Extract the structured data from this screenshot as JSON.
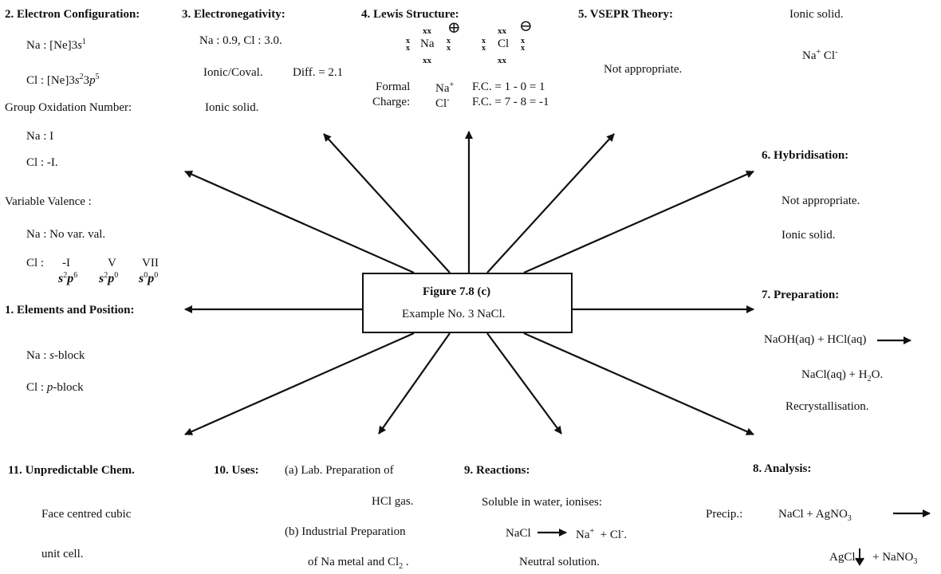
{
  "center": {
    "title": "Figure 7.8 (c)",
    "subtitle": "Example No. 3 NaCl."
  },
  "s1": {
    "heading": "1. Elements and Position:",
    "na": "Na : ",
    "na_block": "s",
    "na_block_rest": "-block",
    "cl": "Cl : ",
    "cl_block": "p",
    "cl_block_rest": "-block"
  },
  "s2": {
    "heading": "2. Electron Configuration:",
    "na_prefix": "Na : [Ne]3",
    "na_s": "s",
    "na_sup": "1",
    "cl_prefix": "Cl : [Ne]3",
    "cl_s": "s",
    "cl_sup1": "2",
    "cl_mid": "3",
    "cl_p": "p",
    "cl_sup2": "5",
    "group_ox": "Group Oxidation Number:",
    "na_ox": "Na : I",
    "cl_ox": "Cl :  -I.",
    "var_val": "Variable Valence :",
    "na_var": "Na :  No var. val.",
    "cl_var_label": "Cl :",
    "cl_var_1": "-I",
    "cl_var_2": "V",
    "cl_var_3": "VII",
    "cfg1_s": "s",
    "cfg1_s_sup": "2",
    "cfg1_p": "p",
    "cfg1_p_sup": "6",
    "cfg2_s": "s",
    "cfg2_s_sup": "2",
    "cfg2_p": "p",
    "cfg2_p_sup": "0",
    "cfg3_s": "s",
    "cfg3_s_sup": "0",
    "cfg3_p": "p",
    "cfg3_p_sup": "0"
  },
  "s3": {
    "heading": "3. Electronegativity:",
    "values": "Na : 0.9,   Cl : 3.0.",
    "ionic_coval": "Ionic/Coval.",
    "diff": "Diff. = 2.1",
    "result": "Ionic  solid."
  },
  "s4": {
    "heading": "4. Lewis Structure:",
    "na": "Na",
    "cl": "Cl",
    "pair": "xx",
    "x": "x",
    "plus": "⊕",
    "minus": "⊖",
    "formal": "Formal",
    "charge": "Charge:",
    "na_ion": "Na",
    "na_ion_sup": "+",
    "na_fc": "F.C. = 1 - 0 = 1",
    "cl_ion": "Cl",
    "cl_ion_sup": "-",
    "cl_fc": "F.C. = 7 - 8 = -1"
  },
  "s5": {
    "heading": "5. VSEPR Theory:",
    "body": "Not appropriate."
  },
  "s5b": {
    "line1": "Ionic solid.",
    "na": "Na",
    "na_sup": "+",
    "cl": "Cl",
    "cl_sup": "-"
  },
  "s6": {
    "heading": "6. Hybridisation:",
    "line1": "Not appropriate.",
    "line2": "Ionic solid."
  },
  "s7": {
    "heading": "7.  Preparation:",
    "eq1": "NaOH(aq) + HCl(aq)",
    "eq2a": "NaCl(aq) + H",
    "eq2_sub": "2",
    "eq2b": "O.",
    "line3": "Recrystallisation."
  },
  "s8": {
    "heading": "8. Analysis:",
    "precip": "Precip.:",
    "eq1a": "NaCl  +  AgNO",
    "eq1_sub": "3",
    "eq2a": "AgCl",
    "eq2b": "+  NaNO",
    "eq2_sub": "3"
  },
  "s9": {
    "heading": "9.     Reactions:",
    "line1": "Soluble in water, ionises:",
    "nacl": "NaCl",
    "na": "Na",
    "na_sup": "+",
    "cl": "+  Cl",
    "cl_sup": "-",
    "end": ".",
    "line3": "Neutral  solution."
  },
  "s10": {
    "heading": "10.  Uses:",
    "a1": "(a)  Lab. Preparation of",
    "a2": "HCl  gas.",
    "b1": "(b) Industrial  Preparation",
    "b2a": "of  Na metal and Cl",
    "b2_sub": "2",
    "b2b": " ."
  },
  "s11": {
    "heading": "11.  Unpredictable Chem.",
    "line1": "Face centred cubic",
    "line2": "unit cell."
  }
}
